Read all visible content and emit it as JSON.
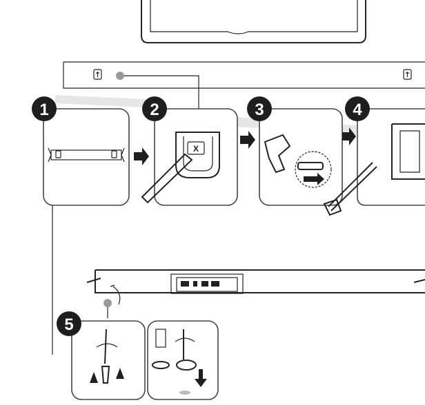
{
  "steps": [
    {
      "number": "1",
      "name": "mark-holes"
    },
    {
      "number": "2",
      "name": "mark-drill-point"
    },
    {
      "number": "3",
      "name": "drill-and-anchor"
    },
    {
      "number": "4",
      "name": "screw-bracket"
    },
    {
      "number": "5",
      "name": "remove-feet"
    }
  ],
  "bracket_mark_label": "X",
  "colors": {
    "badge": "#1e1e1e",
    "dot": "#9a9a9a",
    "panel_border": "#444444"
  }
}
